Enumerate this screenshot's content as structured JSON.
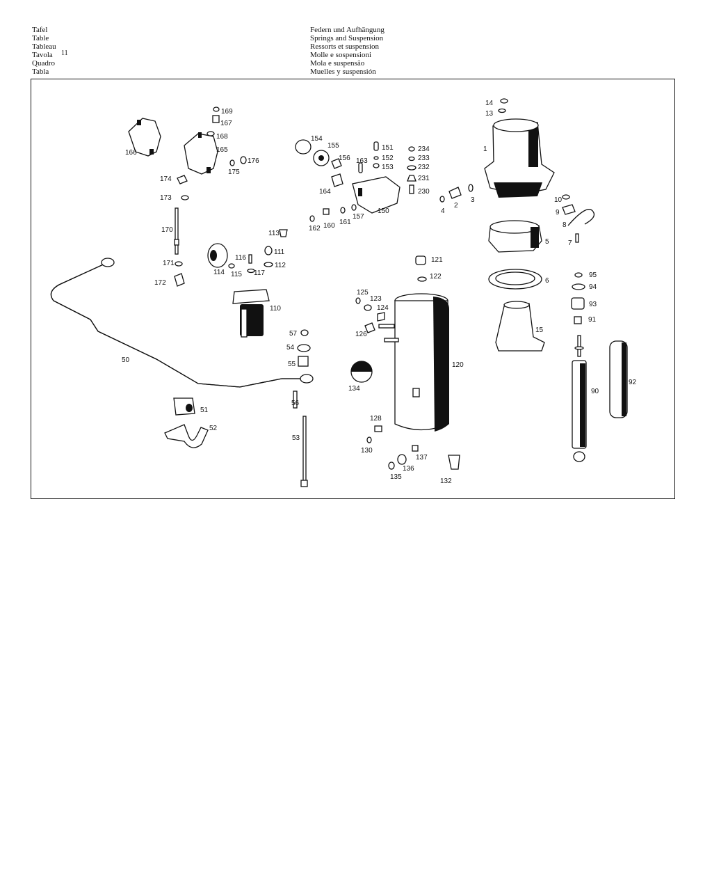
{
  "header": {
    "left": [
      "Tafel",
      "Table",
      "Tableau",
      "Tavola",
      "Quadro",
      "Tabla"
    ],
    "right": [
      "Federn und Aufhängung",
      "Springs and Suspension",
      "Ressorts et suspension",
      "Molle e sospensioni",
      "Mola e suspensão",
      "Muelles y suspensión"
    ],
    "plate_number": "11"
  },
  "part_labels": [
    "1",
    "2",
    "3",
    "4",
    "5",
    "6",
    "7",
    "8",
    "9",
    "10",
    "13",
    "14",
    "15",
    "50",
    "51",
    "52",
    "53",
    "54",
    "55",
    "56",
    "57",
    "90",
    "91",
    "92",
    "93",
    "94",
    "95",
    "110",
    "111",
    "112",
    "113",
    "114",
    "115",
    "116",
    "117",
    "120",
    "121",
    "122",
    "123",
    "124",
    "125",
    "126",
    "128",
    "130",
    "132",
    "134",
    "135",
    "136",
    "137",
    "150",
    "151",
    "152",
    "153",
    "154",
    "155",
    "156",
    "157",
    "160",
    "161",
    "162",
    "163",
    "164",
    "165",
    "166",
    "167",
    "168",
    "169",
    "170",
    "171",
    "172",
    "173",
    "174",
    "175",
    "176",
    "230",
    "231",
    "232",
    "233",
    "234"
  ]
}
